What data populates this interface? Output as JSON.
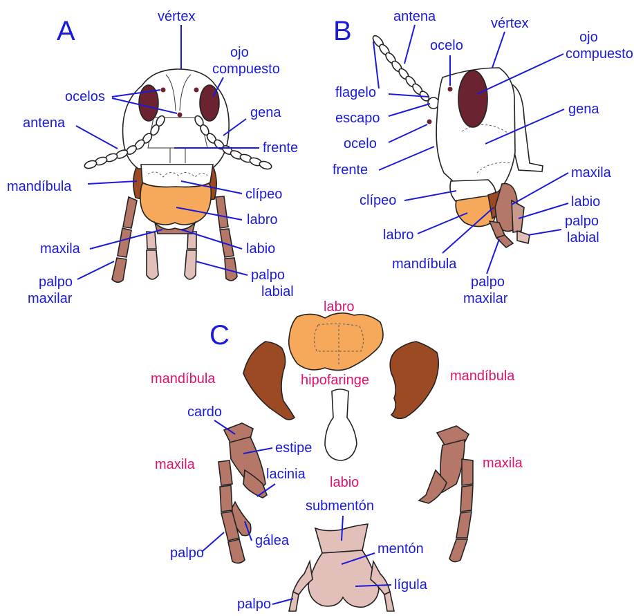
{
  "panels": {
    "A": {
      "letter": "A",
      "labels": {
        "vertex": "vértex",
        "ojo_compuesto_1": "ojo",
        "ojo_compuesto_2": "compuesto",
        "ocelos": "ocelos",
        "gena": "gena",
        "antena": "antena",
        "frente": "frente",
        "mandibula": "mandíbula",
        "clipeo": "clípeo",
        "labro": "labro",
        "maxila": "maxila",
        "labio": "labio",
        "palpo_maxilar_1": "palpo",
        "palpo_maxilar_2": "maxilar",
        "palpo_labial_1": "palpo",
        "palpo_labial_2": "labial"
      }
    },
    "B": {
      "letter": "B",
      "labels": {
        "antena": "antena",
        "vertex": "vértex",
        "ocelo_top": "ocelo",
        "ojo_compuesto_1": "ojo",
        "ojo_compuesto_2": "compuesto",
        "flagelo": "flagelo",
        "escapo": "escapo",
        "gena": "gena",
        "ocelo_side": "ocelo",
        "frente": "frente",
        "maxila": "maxila",
        "clipeo": "clípeo",
        "labio": "labio",
        "palpo_labial_1": "palpo",
        "palpo_labial_2": "labial",
        "labro": "labro",
        "mandibula": "mandíbula",
        "palpo_maxilar_1": "palpo",
        "palpo_maxilar_2": "maxilar"
      }
    },
    "C": {
      "letter": "C",
      "part_labels": {
        "labro": "labro",
        "mandibula_left": "mandíbula",
        "hipofaringe": "hipofaringe",
        "mandibula_right": "mandíbula",
        "maxila_left": "maxila",
        "labio": "labio",
        "maxila_right": "maxila"
      },
      "detail_labels": {
        "cardo": "cardo",
        "estipe": "estipe",
        "lacinia": "lacinia",
        "submenton": "submentón",
        "menton": "mentón",
        "galea": "gálea",
        "palpo_maxila": "palpo",
        "ligula": "lígula",
        "palpo_labio": "palpo"
      }
    }
  },
  "colors": {
    "label_blue": "#1a1adb",
    "part_pink": "#e0126f",
    "eye": "#6b2330",
    "labrum": "#f6a95a",
    "mandible": "#9c4a24",
    "maxilla": "#b57767",
    "labium": "#e2bfb8"
  }
}
